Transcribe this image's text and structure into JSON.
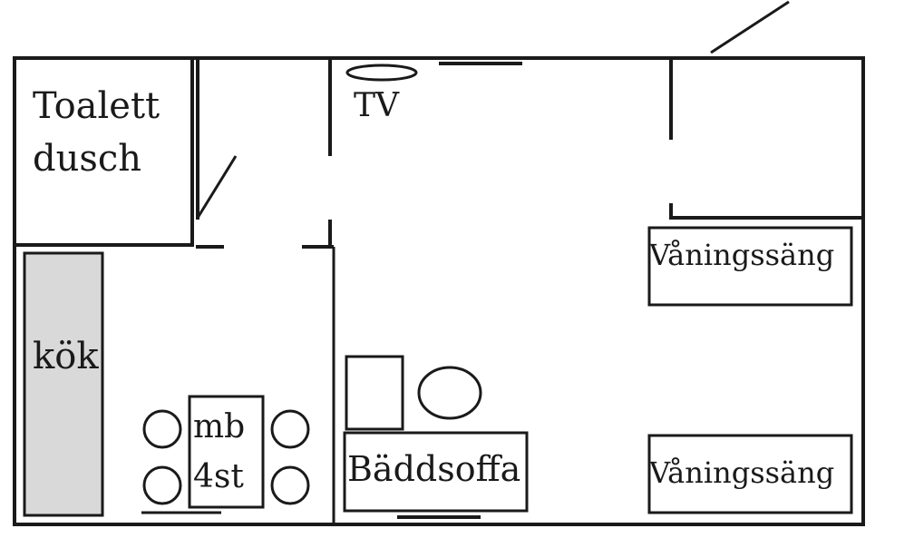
{
  "rooms": {
    "bathroom_line1": "Toalett",
    "bathroom_line2": "dusch",
    "kitchen": "kök"
  },
  "furniture": {
    "tv": "TV",
    "table_line1": "mb",
    "table_line2": "4st",
    "sofa_bed": "Bäddsoffa",
    "bunk_bed_upper": "Våningssäng",
    "bunk_bed_lower": "Våningssäng"
  },
  "colors": {
    "kitchen_counter": "#d9d9d9",
    "lines": "#1a1a1a"
  }
}
